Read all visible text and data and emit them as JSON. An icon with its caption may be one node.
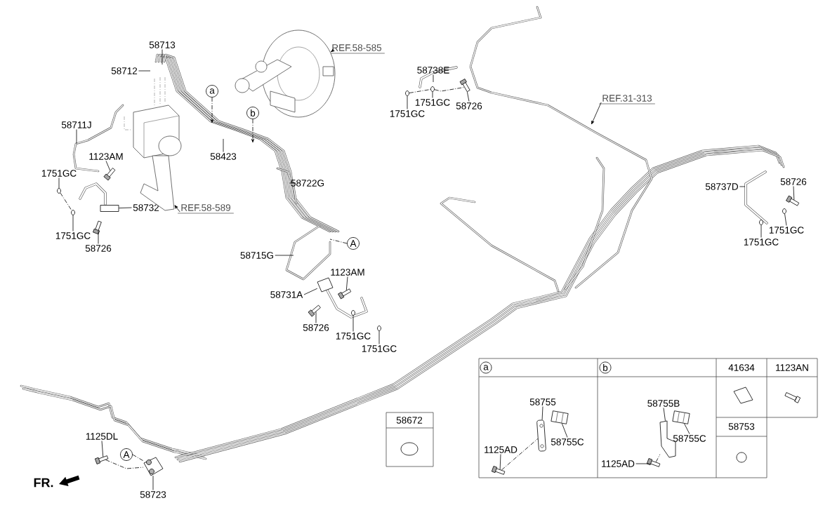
{
  "diagram": {
    "nodes": [
      {
        "text": [
          "58713"
        ]
      },
      {
        "text": [
          "58712"
        ]
      },
      {
        "text": [
          "a"
        ]
      },
      {
        "text": [
          "b"
        ]
      },
      {
        "text": [
          "REF.58-585"
        ]
      },
      {
        "text": [
          "58738E"
        ]
      },
      {
        "text": [
          "1751GC"
        ]
      },
      {
        "text": [
          "1751GC"
        ]
      },
      {
        "text": [
          "58726"
        ]
      },
      {
        "text": [
          "REF.31-313"
        ]
      },
      {
        "text": [
          "58711J"
        ]
      },
      {
        "text": [
          "1123AM"
        ]
      },
      {
        "text": [
          "58423"
        ]
      },
      {
        "text": [
          "1751GC"
        ]
      },
      {
        "text": [
          "58722G"
        ]
      },
      {
        "text": [
          "58737D"
        ]
      },
      {
        "text": [
          "58726"
        ]
      },
      {
        "text": [
          "58732"
        ]
      },
      {
        "text": [
          "REF.58-589"
        ]
      },
      {
        "text": [
          "1751GC"
        ]
      },
      {
        "text": [
          "1751GC"
        ]
      },
      {
        "text": [
          "1751GC"
        ]
      },
      {
        "text": [
          "58726"
        ]
      },
      {
        "text": [
          "A"
        ]
      },
      {
        "text": [
          "58715G"
        ]
      },
      {
        "text": [
          "1123AM"
        ]
      },
      {
        "text": [
          "58731A"
        ]
      },
      {
        "text": [
          "58726"
        ]
      },
      {
        "text": [
          "1751GC"
        ]
      },
      {
        "text": [
          "1751GC"
        ]
      },
      {
        "text": [
          "58755"
        ]
      },
      {
        "text": [
          "58755C"
        ]
      },
      {
        "text": [
          "1125AD"
        ]
      },
      {
        "text": [
          "58755B"
        ]
      },
      {
        "text": [
          "58755C"
        ]
      },
      {
        "text": [
          "1125AD"
        ]
      },
      {
        "text": [
          "1125DL"
        ]
      },
      {
        "text": [
          "A"
        ]
      },
      {
        "text": [
          "58723"
        ]
      },
      {
        "text": [],
        "shape": "picture"
      },
      {
        "text": [],
        "shape": "box"
      },
      {
        "text": [],
        "shape": "circle"
      },
      {
        "text": [],
        "shape": "circle"
      },
      {
        "text": [],
        "shape": "picture"
      },
      {
        "text": [],
        "shape": "box"
      },
      {
        "text": [],
        "shape": "circle"
      },
      {
        "text": [],
        "shape": "circle"
      },
      {
        "text": [],
        "shape": "box"
      },
      {
        "text": [],
        "shape": "box"
      },
      {
        "text": [],
        "shape": "circle"
      },
      {
        "text": [],
        "shape": "circle"
      },
      {
        "text": [],
        "shape": "box"
      },
      {
        "text": [],
        "shape": "box"
      },
      {
        "text": [],
        "shape": "circle"
      },
      {
        "text": [],
        "shape": "circle"
      },
      {
        "text": [],
        "shape": "picture"
      },
      {
        "text": [],
        "shape": "picture"
      },
      {
        "text": [],
        "shape": "box"
      },
      {
        "text": [],
        "shape": "picture"
      },
      {
        "text": [],
        "shape": "picture"
      },
      {
        "text": [],
        "shape": "box"
      },
      {
        "text": [],
        "shape": "box"
      },
      {
        "text": [],
        "shape": "picture"
      },
      {
        "text": [],
        "shape": "box"
      },
      {
        "text": [],
        "shape": "picture"
      }
    ],
    "edges": [
      {
        "from": 0,
        "to": null,
        "arrow": "none"
      },
      {
        "from": 1,
        "to": null,
        "arrow": "none"
      },
      {
        "from": 2,
        "to": null,
        "arrow": "to",
        "style": "dashed"
      },
      {
        "from": 3,
        "to": null,
        "arrow": "to",
        "style": "dashed"
      },
      {
        "from": 4,
        "to": 39,
        "arrow": "to"
      },
      {
        "from": 5,
        "to": null,
        "arrow": "none"
      },
      {
        "from": 6,
        "to": 41,
        "arrow": "none"
      },
      {
        "from": 7,
        "to": 42,
        "arrow": "none"
      },
      {
        "from": 8,
        "to": 40,
        "arrow": "none"
      },
      {
        "from": 9,
        "to": null,
        "arrow": "to"
      },
      {
        "from": 10,
        "to": null,
        "arrow": "none"
      },
      {
        "from": 11,
        "to": 44,
        "arrow": "none"
      },
      {
        "from": 12,
        "to": null,
        "arrow": "none"
      },
      {
        "from": 13,
        "to": 45,
        "arrow": "none"
      },
      {
        "from": 14,
        "to": null,
        "arrow": "none"
      },
      {
        "from": 15,
        "to": null,
        "arrow": "none"
      },
      {
        "from": 16,
        "to": 48,
        "arrow": "none"
      },
      {
        "from": 17,
        "to": 63,
        "arrow": "none"
      },
      {
        "from": 18,
        "to": 43,
        "arrow": "to"
      },
      {
        "from": 19,
        "to": 49,
        "arrow": "none"
      },
      {
        "from": 20,
        "to": 50,
        "arrow": "none"
      },
      {
        "from": 21,
        "to": 46,
        "arrow": "none"
      },
      {
        "from": 22,
        "to": 47,
        "arrow": "none"
      },
      {
        "from": 23,
        "to": null,
        "arrow": "none",
        "style": "dashed"
      },
      {
        "from": 24,
        "to": null,
        "arrow": "none"
      },
      {
        "from": 25,
        "to": 51,
        "arrow": "none"
      },
      {
        "from": 26,
        "to": 64,
        "arrow": "none"
      },
      {
        "from": 27,
        "to": 52,
        "arrow": "none"
      },
      {
        "from": 28,
        "to": 53,
        "arrow": "none"
      },
      {
        "from": 29,
        "to": 54,
        "arrow": "none"
      },
      {
        "from": 30,
        "to": 55,
        "arrow": "none"
      },
      {
        "from": 31,
        "to": 56,
        "arrow": "none"
      },
      {
        "from": 32,
        "to": 57,
        "arrow": "none"
      },
      {
        "from": 33,
        "to": 58,
        "arrow": "none"
      },
      {
        "from": 34,
        "to": 59,
        "arrow": "none"
      },
      {
        "from": 35,
        "to": 60,
        "arrow": "none"
      },
      {
        "from": 36,
        "to": 61,
        "arrow": "none"
      },
      {
        "from": 37,
        "to": 62,
        "arrow": "none",
        "style": "dashed"
      },
      {
        "from": 38,
        "to": 62,
        "arrow": "none"
      },
      {
        "from": 42,
        "to": 41,
        "arrow": "none",
        "style": "dashed"
      },
      {
        "from": 41,
        "to": 40,
        "arrow": "none",
        "style": "dashed"
      },
      {
        "from": 57,
        "to": 55,
        "arrow": "none",
        "style": "dashed"
      },
      {
        "from": 60,
        "to": 58,
        "arrow": "none",
        "style": "dashed"
      },
      {
        "from": 61,
        "to": 62,
        "arrow": "none",
        "style": "dashed"
      },
      {
        "from": 45,
        "to": 46,
        "arrow": "none",
        "style": "dashed"
      }
    ],
    "labels": [
      "a",
      "b",
      "41634",
      "1123AN",
      "58672",
      "58753",
      "FR."
    ]
  }
}
